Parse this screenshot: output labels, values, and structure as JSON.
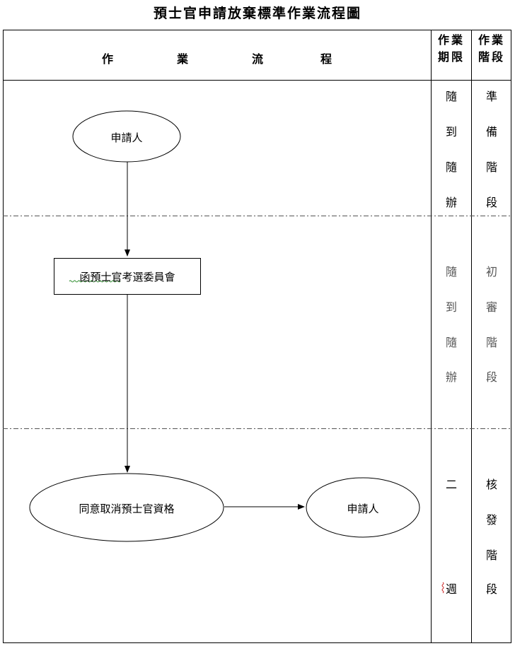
{
  "title": "預士官申請放棄標準作業流程圖",
  "header": {
    "flow": [
      "作",
      "業",
      "流",
      "程"
    ],
    "period": [
      "作業",
      "期限"
    ],
    "stage": [
      "作業",
      "階段"
    ]
  },
  "nodes": {
    "applicant_start": "申請人",
    "committee": "函預士官考選委員會",
    "agree_cancel": "同意取消預士官資格",
    "applicant_end": "申請人"
  },
  "rows": [
    {
      "period": [
        "隨",
        "到",
        "隨",
        "辦"
      ],
      "stage": [
        "準",
        "備",
        "階",
        "段"
      ]
    },
    {
      "period": [
        "隨",
        "到",
        "隨",
        "辦"
      ],
      "stage": [
        "初",
        "審",
        "階",
        "段"
      ]
    },
    {
      "period": [
        "二",
        "週"
      ],
      "stage": [
        "核",
        "發",
        "階",
        "段"
      ]
    }
  ],
  "colors": {
    "line": "#000000",
    "dashed": "#555555",
    "spellcheck": "#2a8a2a",
    "spellcheck2": "#cc2222"
  }
}
